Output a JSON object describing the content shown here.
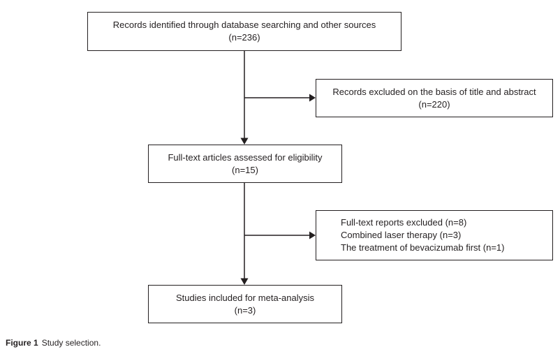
{
  "figure": {
    "caption_label": "Figure 1",
    "caption_text": "Study selection."
  },
  "flowchart": {
    "nodes": {
      "identified": {
        "label": "Records identified through database searching and other sources",
        "count": "(n=236)"
      },
      "excluded_title_abstract": {
        "label": "Records excluded on the basis of title and abstract",
        "count": "(n=220)"
      },
      "fulltext_assessed": {
        "label": "Full-text articles assessed for eligibility",
        "count": "(n=15)"
      },
      "fulltext_excluded": {
        "lines": [
          "Full-text reports excluded (n=8)",
          "Combined laser therapy (n=3)",
          "The treatment of bevacizumab first (n=1)"
        ]
      },
      "included": {
        "label": "Studies included for meta-analysis",
        "count": "(n=3)"
      }
    },
    "colors": {
      "line_color": "#231f20",
      "text_color": "#231f20",
      "background_color": "#ffffff"
    }
  }
}
